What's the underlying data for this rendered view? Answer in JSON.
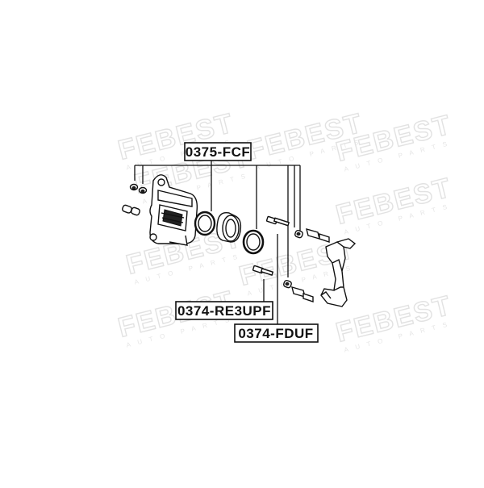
{
  "watermark": {
    "brand": "FEBEST",
    "sub": "AUTO PARTS"
  },
  "labels": {
    "kit_top": "0375-FCF",
    "pin_kit": "0374-RE3UPF",
    "bracket_kit": "0374-FDUF"
  },
  "colors": {
    "line": "#111111",
    "watermark": "#e2e2e2",
    "background": "#ffffff"
  }
}
